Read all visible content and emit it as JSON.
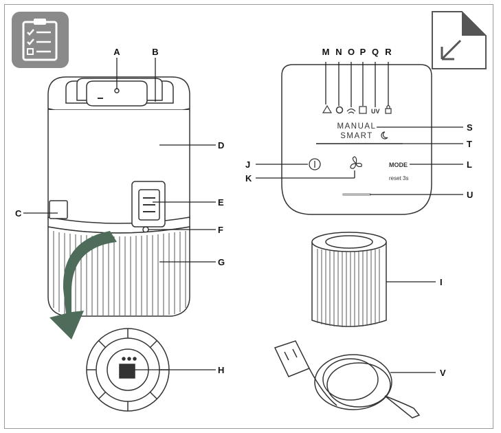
{
  "labels": {
    "A": "A",
    "B": "B",
    "C": "C",
    "D": "D",
    "E": "E",
    "F": "F",
    "G": "G",
    "H": "H",
    "I": "I",
    "J": "J",
    "K": "K",
    "L": "L",
    "M": "M",
    "N": "N",
    "O": "O",
    "P": "P",
    "Q": "Q",
    "R": "R",
    "S": "S",
    "T": "T",
    "U": "U",
    "V": "V"
  },
  "panel": {
    "manual": "MANUAL",
    "smart": "SMART",
    "mode": "MODE",
    "reset": "reset 3s",
    "uv": "UV"
  },
  "icons": {
    "top_left": "clipboard-checklist-icon",
    "top_right": "page-corner-arrow-icon"
  },
  "colors": {
    "icon_bg": "#8a8a8a",
    "line": "#222222",
    "arrow": "#4f6b5a",
    "led": "#b8b8b8"
  }
}
